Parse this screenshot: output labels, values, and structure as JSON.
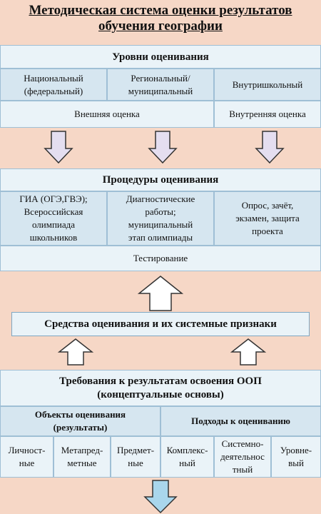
{
  "title": {
    "line1": "Методическая система оценки результатов",
    "line2": "обучения географии"
  },
  "levels": {
    "header": "Уровни оценивания",
    "national": [
      "Национальный",
      "(федеральный)"
    ],
    "regional": [
      "Региональный/",
      "муниципальный"
    ],
    "school": "Внутришкольный",
    "external": "Внешняя оценка",
    "internal": "Внутренняя оценка"
  },
  "procedures": {
    "header": "Процедуры оценивания",
    "col1": [
      "ГИА (ОГЭ,ГВЭ);",
      "Всероссийская",
      "олимпиада",
      "школьников"
    ],
    "col2": [
      "Диагностические",
      "работы;",
      "муниципальный",
      "этап олимпиады"
    ],
    "col3": [
      "Опрос, зачёт,",
      "экзамен, защита",
      "проекта"
    ],
    "testing": "Тестирование"
  },
  "means": {
    "label": "Средства оценивания и их системные признаки"
  },
  "requirements": {
    "title": [
      "Требования к результатам освоения ООП",
      "(концептуальные основы)"
    ],
    "objects": [
      "Объекты оценивания",
      "(результаты)"
    ],
    "approaches": "Подходы к оцениванию",
    "items": {
      "personal": [
        "Личност-",
        "ные"
      ],
      "metasubject": [
        "Метапред-",
        "метные"
      ],
      "subject": [
        "Предмет-",
        "ные"
      ],
      "complex": [
        "Комплекс-",
        "ный"
      ],
      "systemic": [
        "Системно-",
        "деятельнос",
        "тный"
      ],
      "level": [
        "Уровне-",
        "вый"
      ]
    }
  }
}
